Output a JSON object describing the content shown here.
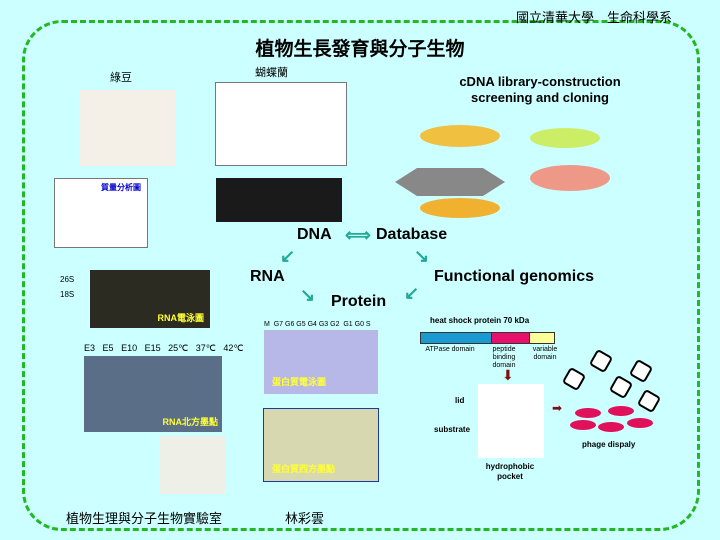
{
  "header": "國立清華大學　生命科學系",
  "title": "植物生長發育與分子生物",
  "labels": {
    "mungbean": "綠豆",
    "orchid": "蝴蝶蘭",
    "cdna": "cDNA library-construction",
    "cdna2": "screening and cloning",
    "dna": "DNA",
    "database": "Database",
    "rna": "RNA",
    "protein": "Protein",
    "functional": "Functional genomics",
    "mass_spec": "質量分析圖",
    "rna_gel": "RNA電泳圖",
    "northern": "RNA北方墨點",
    "protein_gel": "蛋白質電泳圖",
    "western": "蛋白質西方墨點",
    "s26": "26S",
    "s18": "18S"
  },
  "northern_lanes": [
    "E3",
    "E5",
    "E10",
    "E15",
    "25℃",
    "37℃",
    "42℃"
  ],
  "protein_lanes": "M  G7 G6 G5 G4 G3 G2  G1 G0 S",
  "hsp": {
    "title": "heat shock protein 70 kDa",
    "domains": [
      "ATPase domain",
      "peptide binding domain",
      "variable domain"
    ],
    "colors": [
      "#1a9ad0",
      "#e8106a",
      "#ffff99"
    ],
    "lid": "lid",
    "substrate": "substrate",
    "pocket": "hydrophobic pocket",
    "phage": "phage dispaly"
  },
  "footer": {
    "lab": "植物生理與分子生物實驗室",
    "name": "林彩雲"
  }
}
